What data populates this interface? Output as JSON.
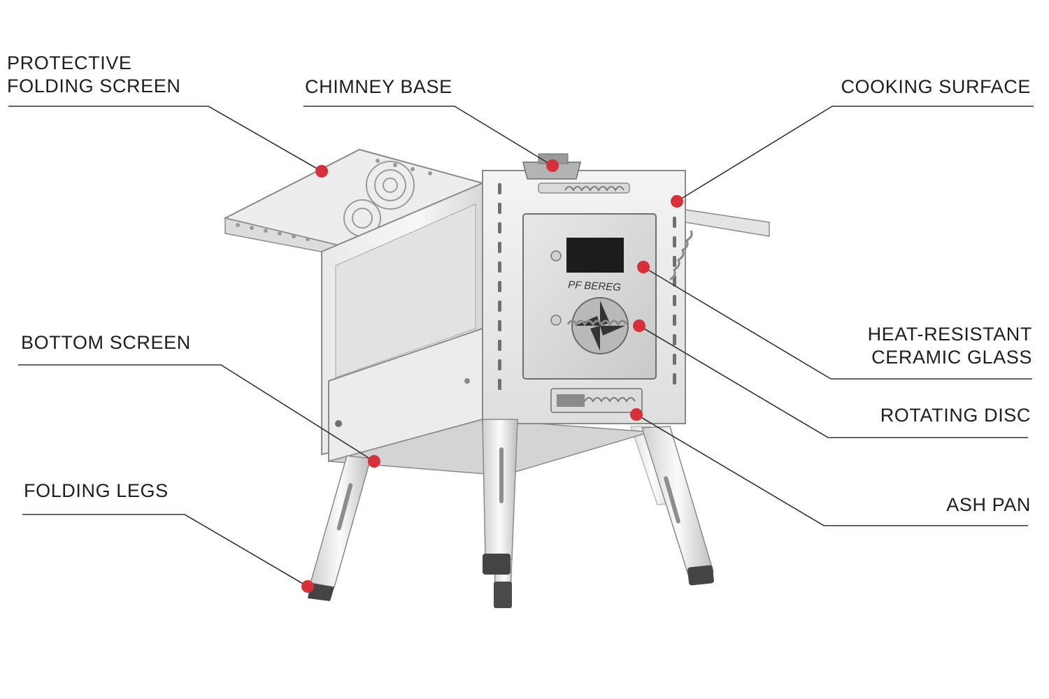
{
  "brand": "PF BEREG",
  "colors": {
    "marker": "#d6313a",
    "leader": "#333333",
    "steel_light": "#f2f2f2",
    "steel_mid": "#cfcfcf",
    "steel_dark": "#8d8d8d",
    "outline": "#7a7a7a",
    "glass": "#1c1c1c",
    "foot": "#444444"
  },
  "callouts": [
    {
      "id": "protective-folding-screen",
      "lines": [
        "PROTECTIVE",
        "FOLDING SCREEN"
      ]
    },
    {
      "id": "chimney-base",
      "lines": [
        "CHIMNEY BASE"
      ]
    },
    {
      "id": "cooking-surface",
      "lines": [
        "COOKING SURFACE"
      ]
    },
    {
      "id": "bottom-screen",
      "lines": [
        "BOTTOM SCREEN"
      ]
    },
    {
      "id": "folding-legs",
      "lines": [
        "FOLDING LEGS"
      ]
    },
    {
      "id": "heat-resistant-ceramic-glass",
      "lines": [
        "HEAT-RESISTANT",
        "CERAMIC GLASS"
      ]
    },
    {
      "id": "rotating-disc",
      "lines": [
        "ROTATING DISC"
      ]
    },
    {
      "id": "ash-pan",
      "lines": [
        "ASH PAN"
      ]
    }
  ]
}
